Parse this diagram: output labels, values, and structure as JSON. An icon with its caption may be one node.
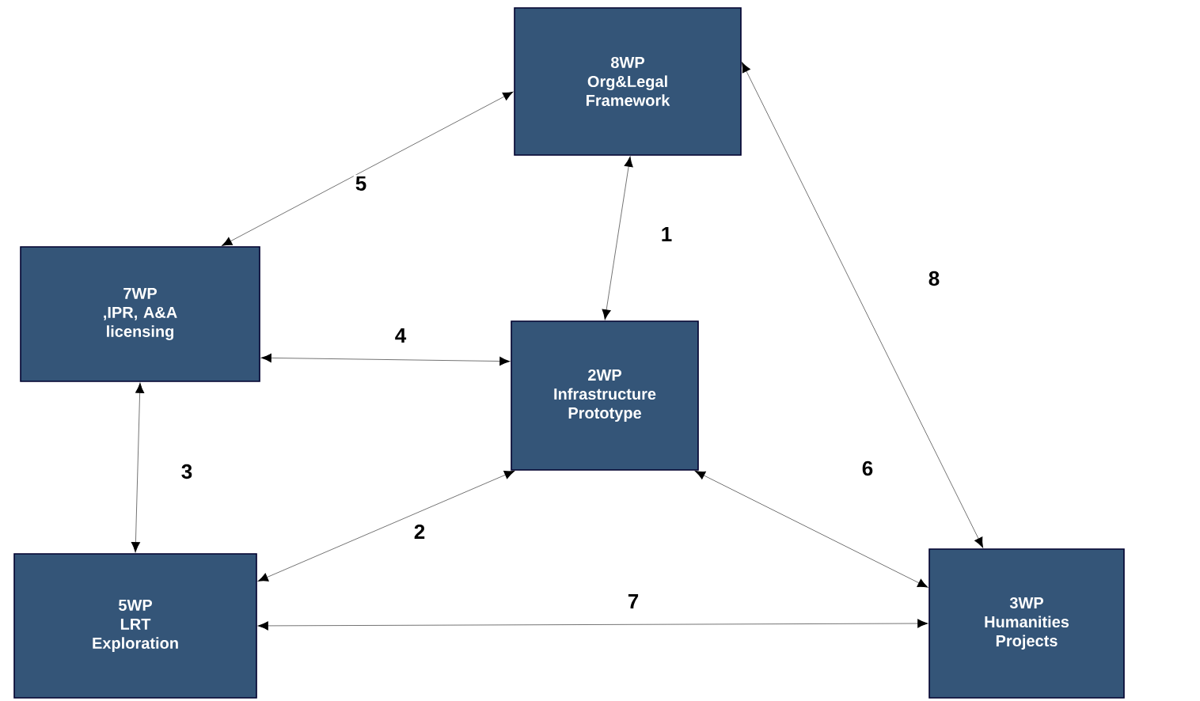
{
  "diagram": {
    "nodes": [
      {
        "text": [
          "8WP",
          "Org&Legal Framework"
        ]
      },
      {
        "text": [
          "7WP",
          ",IPR, A&A licensing"
        ]
      },
      {
        "text": [
          "2WP",
          "Infrastructure Prototype"
        ]
      },
      {
        "text": [
          "5WP",
          "LRT Exploration"
        ]
      },
      {
        "text": [
          "3WP",
          "Humanities Projects"
        ]
      }
    ],
    "edges": [
      {
        "from": 0,
        "to": 2,
        "arrow": "both",
        "label": "1"
      },
      {
        "from": 3,
        "to": 2,
        "arrow": "both",
        "label": "2"
      },
      {
        "from": 1,
        "to": 3,
        "arrow": "both",
        "label": "3"
      },
      {
        "from": 1,
        "to": 2,
        "arrow": "both",
        "label": "4"
      },
      {
        "from": 0,
        "to": 1,
        "arrow": "both",
        "label": "5"
      },
      {
        "from": 2,
        "to": 4,
        "arrow": "both",
        "label": "6"
      },
      {
        "from": 3,
        "to": 4,
        "arrow": "both",
        "label": "7"
      },
      {
        "from": 0,
        "to": 4,
        "arrow": "both",
        "label": "8"
      }
    ]
  }
}
